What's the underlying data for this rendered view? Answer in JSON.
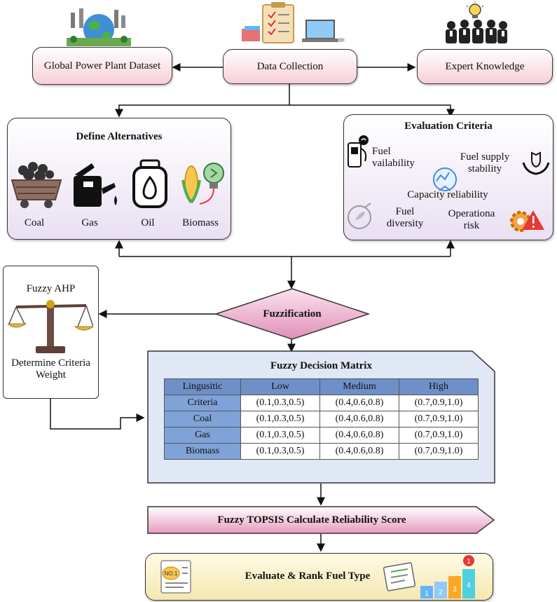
{
  "top": {
    "left_box": "Global Power Plant Dataset",
    "center_box": "Data Collection",
    "right_box": "Expert Knowledge"
  },
  "alternatives": {
    "title": "Define Alternatives",
    "items": [
      "Coal",
      "Gas",
      "Oil",
      "Biomass"
    ]
  },
  "criteria": {
    "title": "Evaluation Criteria",
    "items": [
      "Fuel vailability",
      "Fuel supply stability",
      "Capacity reliability",
      "Fuel diversity",
      "Operationa risk"
    ]
  },
  "fuzzy_ahp": {
    "title": "Fuzzy AHP",
    "subtitle": "Determine Criteria Weight"
  },
  "fuzzification": "Fuzzification",
  "matrix": {
    "title": "Fuzzy Decision Matrix",
    "header": [
      "Lingusitic",
      "Low",
      "Medium",
      "High"
    ],
    "rows": [
      {
        "label": "Criteria",
        "values": [
          "(0.1,0.3,0.5)",
          "(0.4,0.6,0.8)",
          "(0.7,0.9,1.0)"
        ]
      },
      {
        "label": "Coal",
        "values": [
          "(0.1,0.3,0.5)",
          "(0.4,0.6,0.8)",
          "(0.7,0.9,1.0)"
        ]
      },
      {
        "label": "Gas",
        "values": [
          "(0.1,0.3,0.5)",
          "(0.4,0.6,0.8)",
          "(0.7,0.9,1.0)"
        ]
      },
      {
        "label": "Biomass",
        "values": [
          "(0.1,0.3,0.5)",
          "(0.4,0.6,0.8)",
          "(0.7,0.9,1.0)"
        ]
      }
    ]
  },
  "topsis": "Fuzzy TOPSIS Calculate Reliability Score",
  "rank": {
    "label": "Evaluate & Rank Fuel Type",
    "badge": "NO.1",
    "podium": [
      "1",
      "2",
      "3",
      "4"
    ],
    "top_badge": "1"
  },
  "colors": {
    "pink_box": "#f7cfd6",
    "panel": "#ece3f4",
    "matrix_bg": "#dfe8f4",
    "table_header": "#6f8fc8",
    "diamond": "#e9a9c8"
  }
}
